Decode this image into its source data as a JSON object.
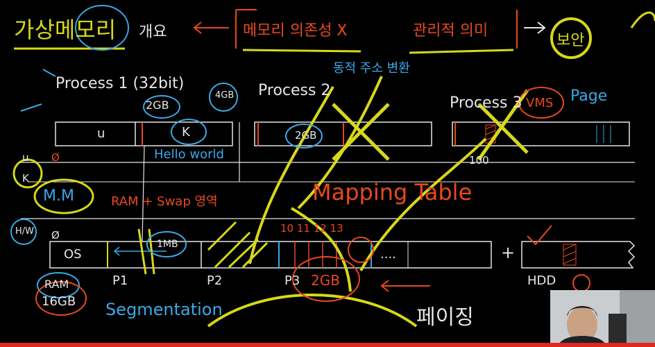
{
  "board": {
    "title": {
      "virtual_memory": "가상메모리",
      "concept": "개요"
    },
    "header": {
      "independence": "메모리 의존성 X",
      "management": "관리적 의미",
      "security": "보안",
      "dynamic": "동적 주소 변환"
    },
    "processes": {
      "p1": {
        "label": "Process 1 (32bit)",
        "size": "2GB",
        "u": "u",
        "k": "K",
        "hello": "Hello world"
      },
      "p2": {
        "label": "Process 2",
        "size": "4GB",
        "block": "2GB"
      },
      "p3": {
        "label": "Process 3",
        "vms": "VMS",
        "page": "Page",
        "offset": "100"
      }
    },
    "side": {
      "u": "u",
      "k": "K",
      "mm": "M.M",
      "ram_swap": "RAM + Swap 영역",
      "hw": "H/W",
      "phi": "Ø",
      "zero": "Ø"
    },
    "mapping": "Mapping Table",
    "physical": {
      "os": "OS",
      "mb": "1MB",
      "nums": "10 11 12 13",
      "dots": "....",
      "plus": "+",
      "p1": "P1",
      "p2": "P2",
      "p3": "P3",
      "gb": "2GB",
      "hdd": "HDD"
    },
    "ram": {
      "label": "RAM",
      "size": "16GB"
    },
    "segmentation": "Segmentation",
    "paging": "페이징"
  },
  "video": {
    "progress_percent": 100
  },
  "colors": {
    "white": "#e6e6e6",
    "blue": "#39a9e8",
    "orange": "#e8491e",
    "yellow": "#d6d81a",
    "progress": "#e0271e"
  }
}
